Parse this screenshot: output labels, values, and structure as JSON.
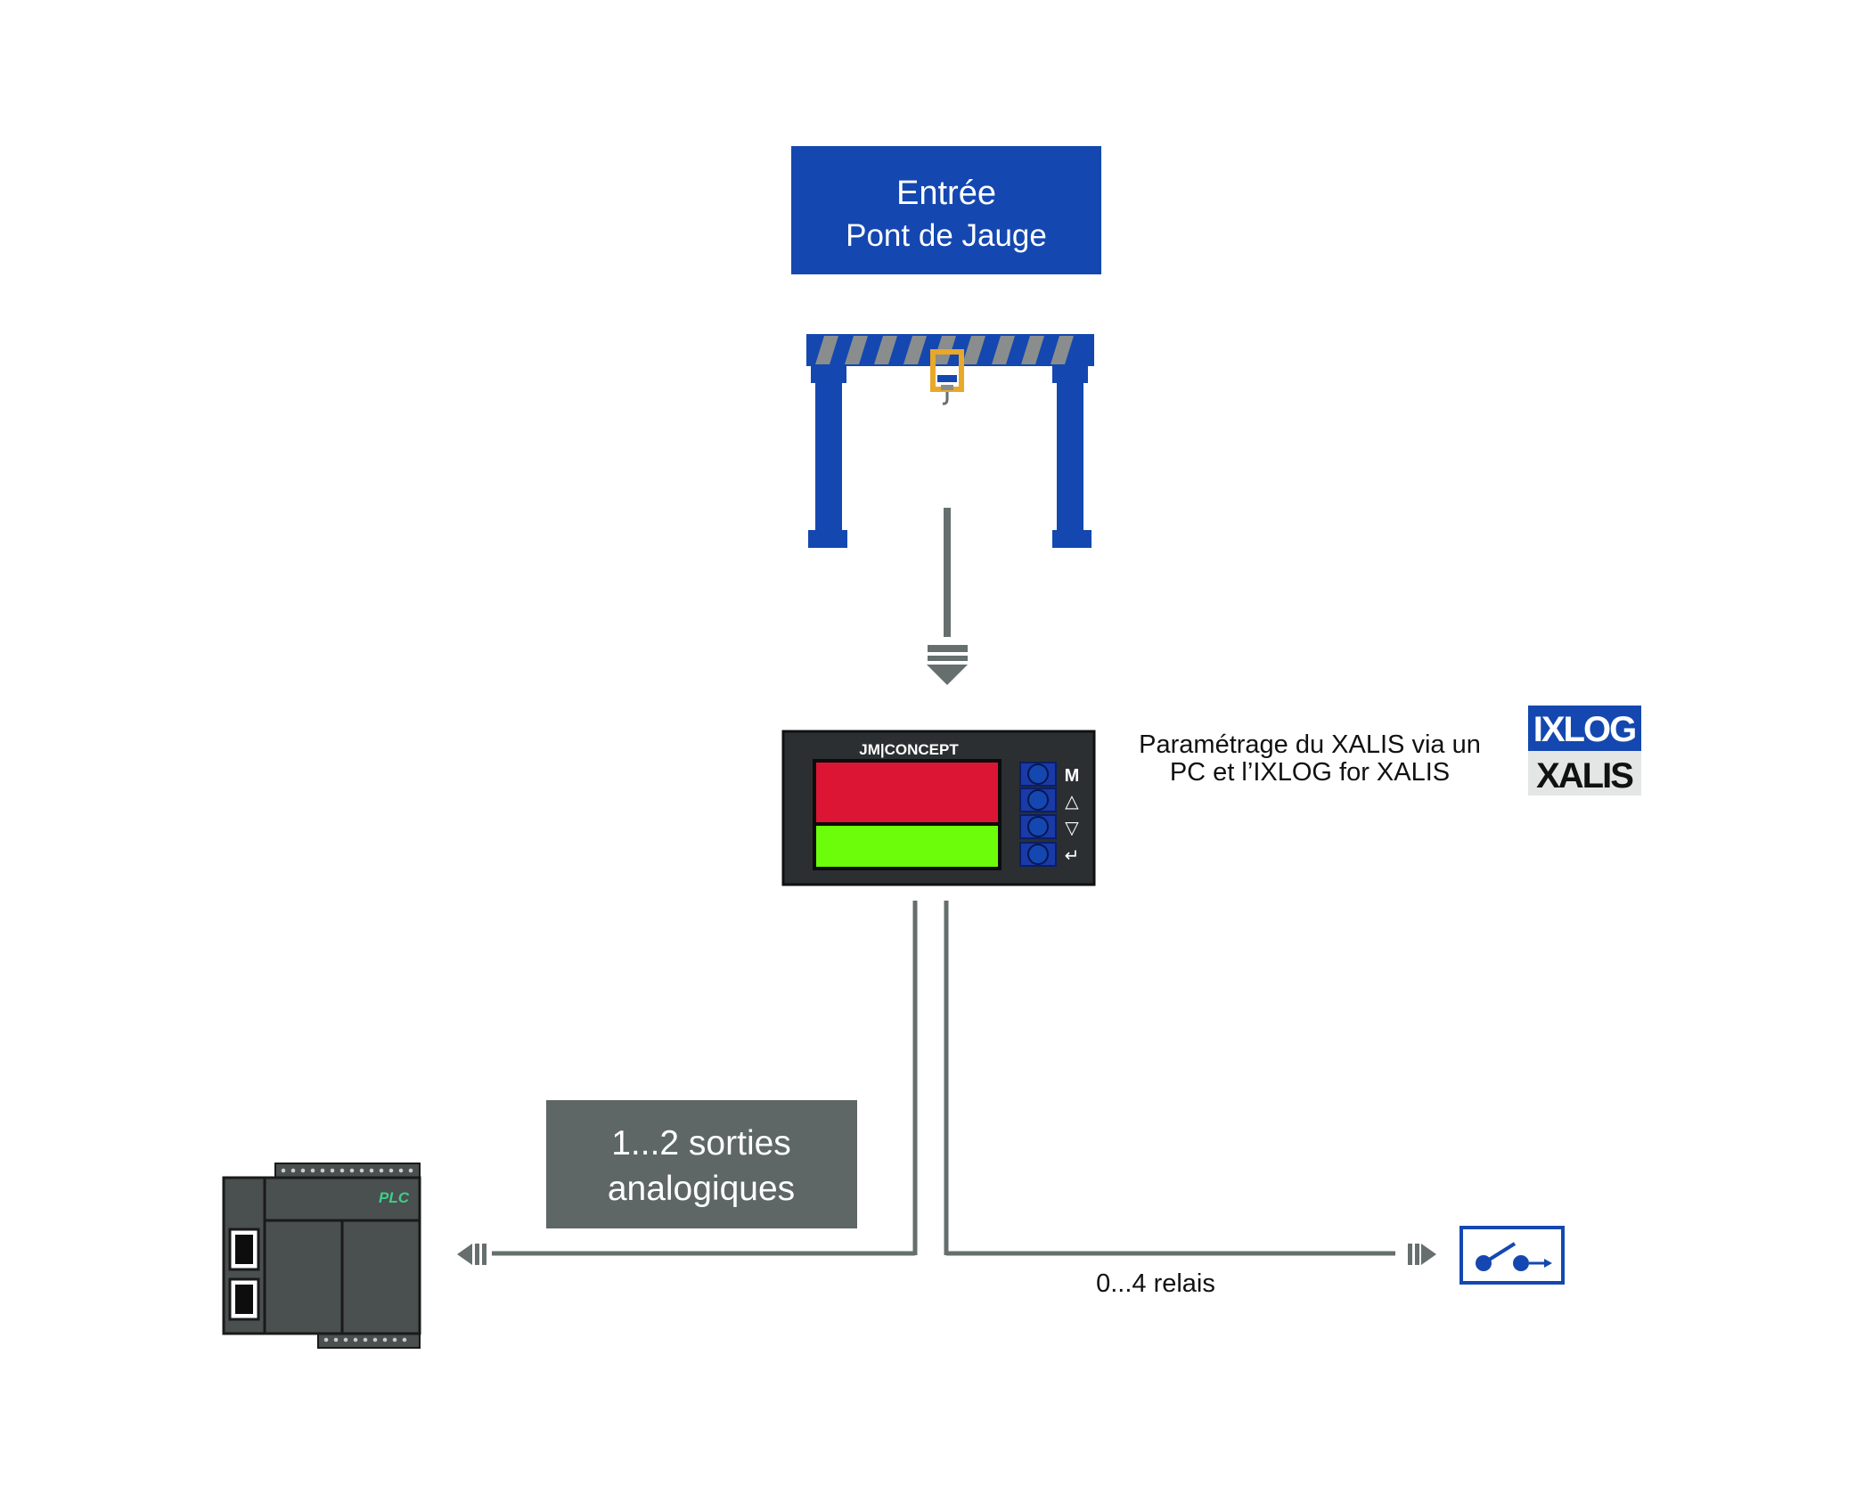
{
  "input_box": {
    "title": "Entrée",
    "subtitle": "Pont de Jauge"
  },
  "device": {
    "brand": "JM|CONCEPT",
    "buttons": [
      "M",
      "△",
      "▽",
      "↵"
    ]
  },
  "config_note": {
    "line1": "Paramétrage du XALIS via un",
    "line2": "PC et l’IXLOG for XALIS"
  },
  "logo": {
    "top": "IXLOG",
    "bottom": "XALIS"
  },
  "analog_box": {
    "line1": "1...2 sorties",
    "line2": "analogiques"
  },
  "plc": {
    "label": "PLC"
  },
  "relay_label": "0...4 relais",
  "colors": {
    "brand_blue": "#1448b0",
    "gray_box": "#5e6766",
    "line_gray": "#666e6e",
    "display_red": "#dc1535",
    "display_green": "#6cfd0a",
    "plc_green": "#3dcf8a",
    "device_body": "#2b2f31",
    "plc_body": "#4a4f4f"
  },
  "icons": {
    "gauge_bridge": "gantry-crane-icon",
    "relay": "relay-switch-icon",
    "plc": "plc-controller-icon"
  }
}
